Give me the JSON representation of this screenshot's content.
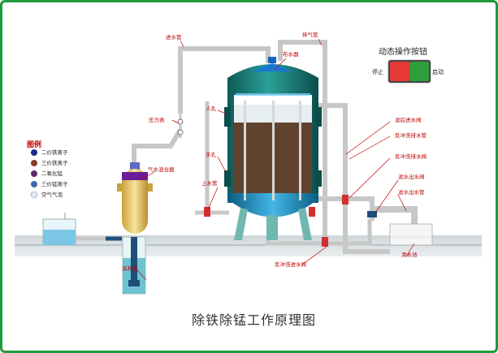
{
  "diagram": {
    "title": "除铁除锰工作原理图",
    "legend": {
      "title": "图例",
      "items": [
        {
          "label": "二价铁离子",
          "color": "#1a2a8f"
        },
        {
          "label": "三价铁离子",
          "color": "#8a3a2a"
        },
        {
          "label": "二氧化锰",
          "color": "#5b2a6e"
        },
        {
          "label": "三价锰离子",
          "color": "#3d6aa8"
        },
        {
          "label": "空气气泡",
          "color": "#dfe9f2"
        }
      ]
    },
    "control": {
      "title": "动态操作按钮",
      "stop_label": "停止",
      "start_label": "启动",
      "stop_color": "#e53935",
      "start_color": "#2e9e3a"
    },
    "labels": {
      "inlet_pipe": "进水管",
      "exhaust_pipe": "排气管",
      "distributor": "布水器",
      "pressure_gauge": "压力表",
      "manhole_top": "人孔",
      "manhole_bottom": "手孔",
      "air_water_mixer": "气水混合器",
      "upper_water_pipe": "上水管",
      "deep_well": "深井泵",
      "filter_inlet_valve": "滤后进水阀",
      "backwash_drain_pipe": "反冲洗排水管",
      "backwash_drain_valve": "反冲洗排水阀",
      "filtered_outlet_valve": "滤水出水阀",
      "filtered_outlet_pipe": "滤水出水管",
      "clear_water_pool": "清水池",
      "backwash_inlet_valve": "反冲洗进水阀"
    }
  }
}
